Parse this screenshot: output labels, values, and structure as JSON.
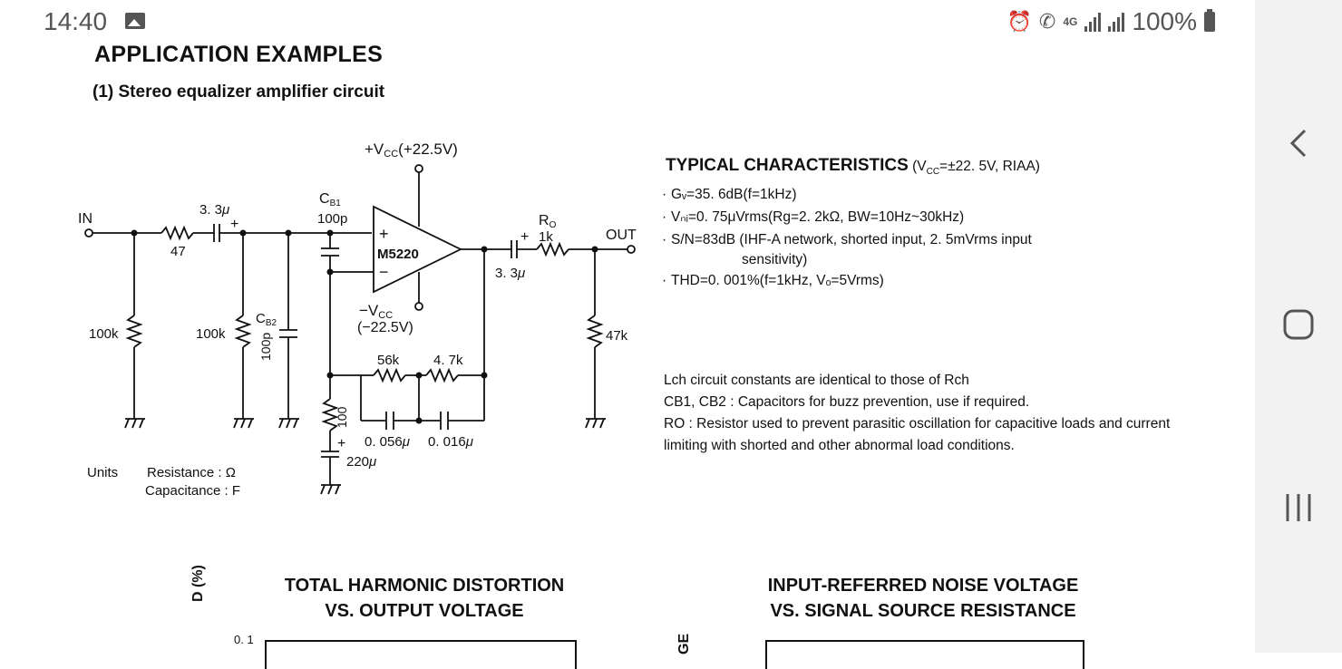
{
  "status_bar": {
    "time": "14:40",
    "network": "4G",
    "battery": "100%",
    "icons": [
      "image-icon",
      "alarm-icon",
      "wifi-call-icon",
      "signal-icon",
      "battery-icon"
    ]
  },
  "nav_bar": {
    "icons": [
      "back-icon",
      "home-icon",
      "recent-apps-icon"
    ]
  },
  "document": {
    "title": "APPLICATION EXAMPLES",
    "section": "(1) Stereo equalizer amplifier circuit",
    "schematic": {
      "vcc_pos": "+V",
      "vcc_pos_sub": "CC",
      "vcc_pos_val": "(+22.5V)",
      "vcc_neg": "−V",
      "vcc_neg_sub": "CC",
      "vcc_neg_val": "(−22.5V)",
      "in_label": "IN",
      "out_label": "OUT",
      "ic_label": "M5220",
      "plus_sign": "+",
      "minus_sign": "−",
      "r_47": "47",
      "c_in": "3. 3",
      "mu": "μ",
      "cb1": "C",
      "cb1_sub": "B1",
      "cb1_val": "100p",
      "cb2": "C",
      "cb2_sub": "B2",
      "cb2_val": "100p",
      "r_100k_a": "100k",
      "r_100k_b": "100k",
      "r_56k": "56k",
      "r_4_7k": "4. 7k",
      "c_056": "0. 056",
      "c_016": "0. 016",
      "r_100": "100",
      "c_220": "220",
      "ro": "R",
      "ro_sub": "O",
      "ro_val": "1k",
      "c_out": "3. 3",
      "r_47k": "47k",
      "units_label": "Units",
      "units_resistance": "Resistance : Ω",
      "units_capacitance": "Capacitance : F"
    },
    "typical": {
      "title": "TYPICAL CHARACTERISTICS",
      "condition": "(V",
      "condition_sub": "CC",
      "condition_rest": "=±22. 5V, RIAA)",
      "items": [
        "Gᵥ=35. 6dB(f=1kHz)",
        "Vₙᵢ=0. 75μVrms(Rg=2. 2kΩ,  BW=10Hz~30kHz)",
        "S/N=83dB (IHF-A network, shorted input, 2. 5mVrms input",
        "THD=0. 001%(f=1kHz,  Vₒ=5Vrms)"
      ],
      "item3_cont": "sensitivity)"
    },
    "notes": [
      "Lch circuit constants are identical to those of Rch",
      "CB1, CB2 : Capacitors for buzz prevention, use if required.",
      "RO : Resistor used to prevent parasitic oscillation for capacitive loads and current limiting with shorted and other abnormal load conditions."
    ],
    "charts": [
      {
        "title_line1": "TOTAL HARMONIC DISTORTION",
        "title_line2": "VS. OUTPUT VOLTAGE",
        "ylabel": "D (%)",
        "ytick_top": "0. 1"
      },
      {
        "title_line1": "INPUT-REFERRED NOISE VOLTAGE",
        "title_line2": "VS. SIGNAL SOURCE RESISTANCE",
        "ylabel": "GE"
      }
    ]
  }
}
